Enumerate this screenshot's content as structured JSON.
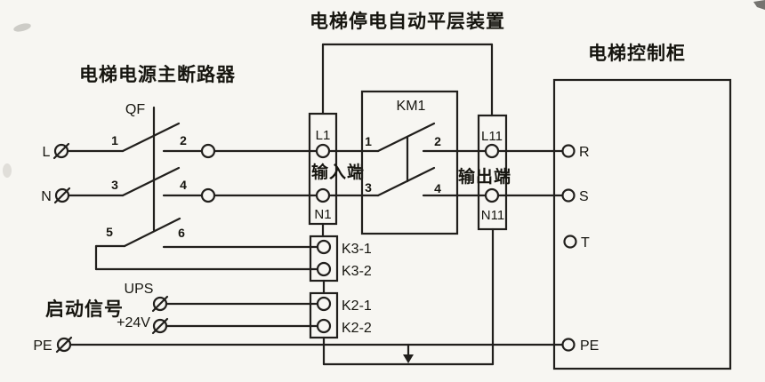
{
  "title": "电梯停电自动平层装置",
  "breaker": {
    "label": "电梯电源主断路器",
    "switch_name": "QF",
    "l": "L",
    "n": "N",
    "nums": [
      "1",
      "2",
      "3",
      "4",
      "5",
      "6"
    ]
  },
  "device": {
    "input": {
      "top": "L1",
      "mid": "输入端",
      "bottom": "N1"
    },
    "output": {
      "top": "L11",
      "mid": "输出端",
      "bottom": "N11"
    },
    "km1": {
      "name": "KM1",
      "nums": [
        "1",
        "2",
        "3",
        "4"
      ]
    },
    "relays": [
      "K3-1",
      "K3-2",
      "K2-1",
      "K2-2"
    ]
  },
  "signals": {
    "group": "启动信号",
    "ups": "UPS",
    "v24": "+24V",
    "pe": "PE"
  },
  "cabinet": {
    "label": "电梯控制柜",
    "terms": [
      "R",
      "S",
      "T",
      "PE"
    ]
  },
  "colors": {
    "background": "#f7f6f2",
    "line": "#211f1c",
    "text": "#16150f"
  }
}
